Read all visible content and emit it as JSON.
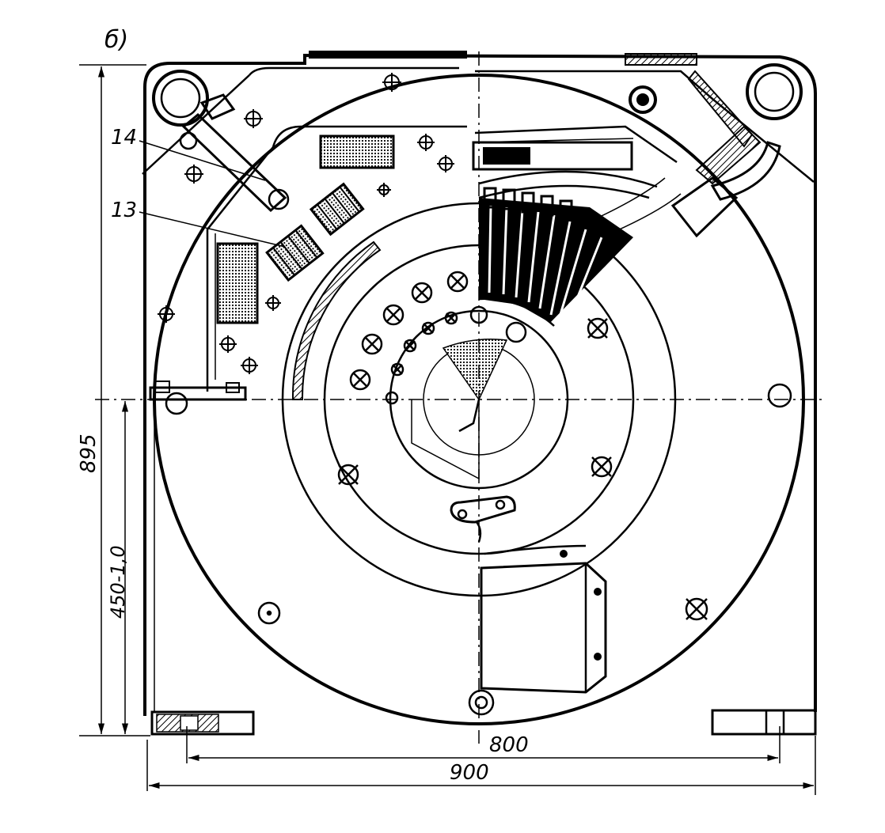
{
  "drawing": {
    "view_label": "б)",
    "callouts": {
      "part_14": "14",
      "part_13": "13"
    },
    "dimensions": {
      "overall_height": "895",
      "half_height": "450-1,0",
      "mounting_spacing": "800",
      "overall_width": "900"
    }
  }
}
